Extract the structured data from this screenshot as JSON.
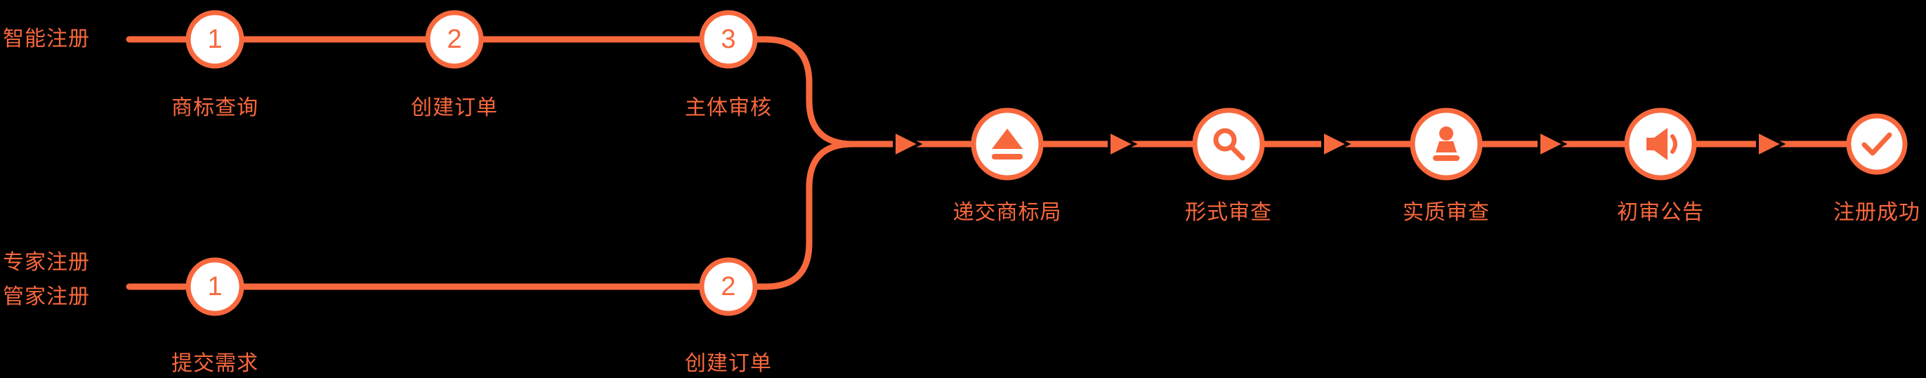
{
  "colors": {
    "accent": "#F8683D",
    "background": "#000000",
    "node_fill": "#FFFFFF"
  },
  "lanes": {
    "smart": {
      "label": "智能注册",
      "steps": [
        {
          "number": "1",
          "label": "商标查询"
        },
        {
          "number": "2",
          "label": "创建订单"
        },
        {
          "number": "3",
          "label": "主体审核"
        }
      ]
    },
    "managed": {
      "labels": [
        "专家注册",
        "管家注册"
      ],
      "steps": [
        {
          "number": "1",
          "label": "提交需求"
        },
        {
          "number": "2",
          "label": "创建订单"
        }
      ]
    }
  },
  "pipeline": {
    "steps": [
      {
        "icon": "stamp-icon",
        "label": "递交商标局"
      },
      {
        "icon": "magnifier-icon",
        "label": "形式审查"
      },
      {
        "icon": "examiner-icon",
        "label": "实质审查"
      },
      {
        "icon": "megaphone-icon",
        "label": "初审公告"
      },
      {
        "icon": "check-icon",
        "label": "注册成功"
      }
    ]
  }
}
